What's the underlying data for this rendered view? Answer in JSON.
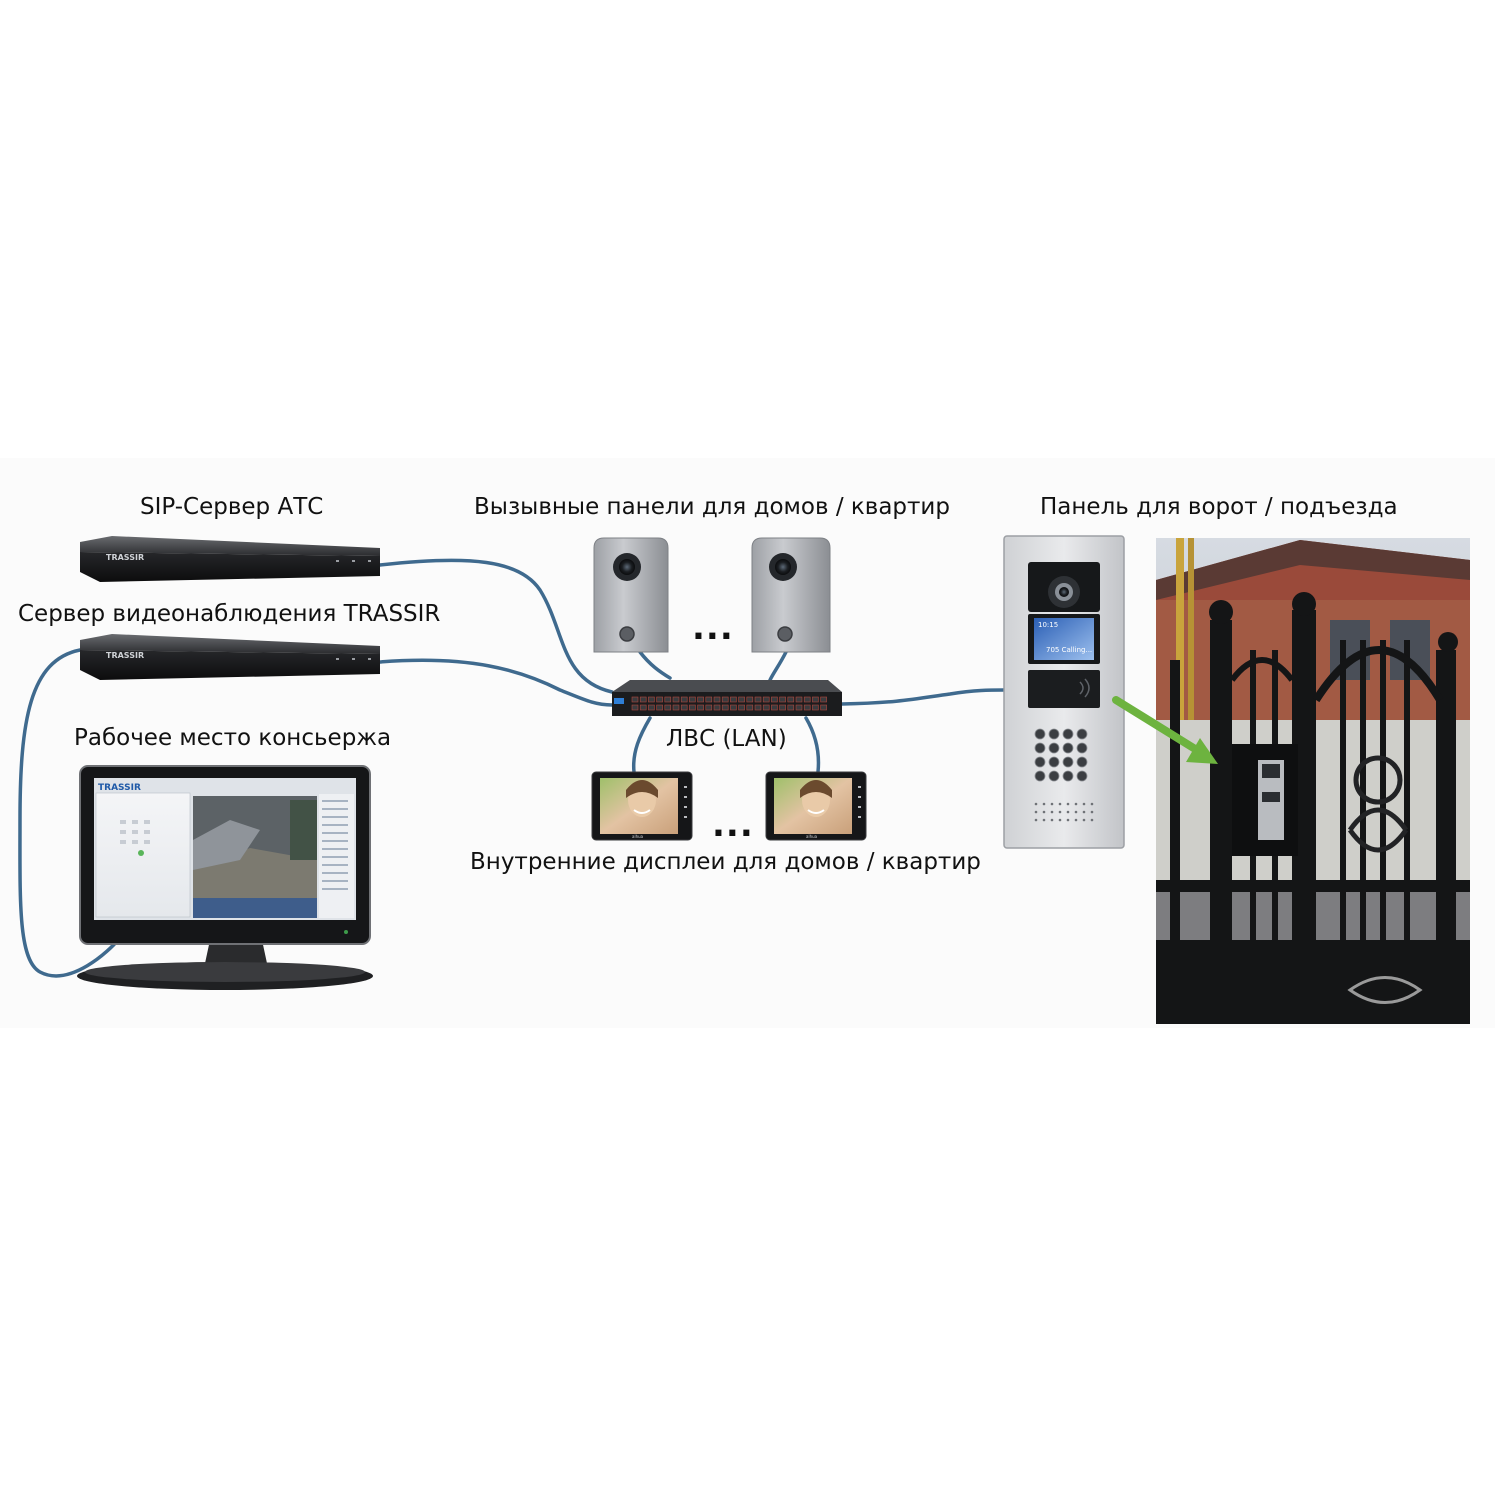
{
  "labels": {
    "sip_server": "SIP-Сервер АТС",
    "video_server": "Сервер видеонаблюдения TRASSIR",
    "concierge": "Рабочее место консьержа",
    "call_panels": "Вызывные панели для домов / квартир",
    "lan": "ЛВС (LAN)",
    "indoor_displays": "Внутренние дисплеи для домов / квартир",
    "gate_panel": "Панель для ворот / подъезда",
    "ellipsis_panels": "...",
    "ellipsis_displays": "..."
  },
  "devices": {
    "server_brand": "TRASSIR",
    "monitor_brand": "TRASSIR",
    "panel_screen_time": "10:15",
    "panel_screen_text": "705 Calling...",
    "display_brand": "alhua"
  },
  "colors": {
    "cable": "#3f6a8e",
    "arrow": "#6db33f",
    "server_body": "#1c1c1e",
    "panel_metal": "#c8c9cc"
  }
}
